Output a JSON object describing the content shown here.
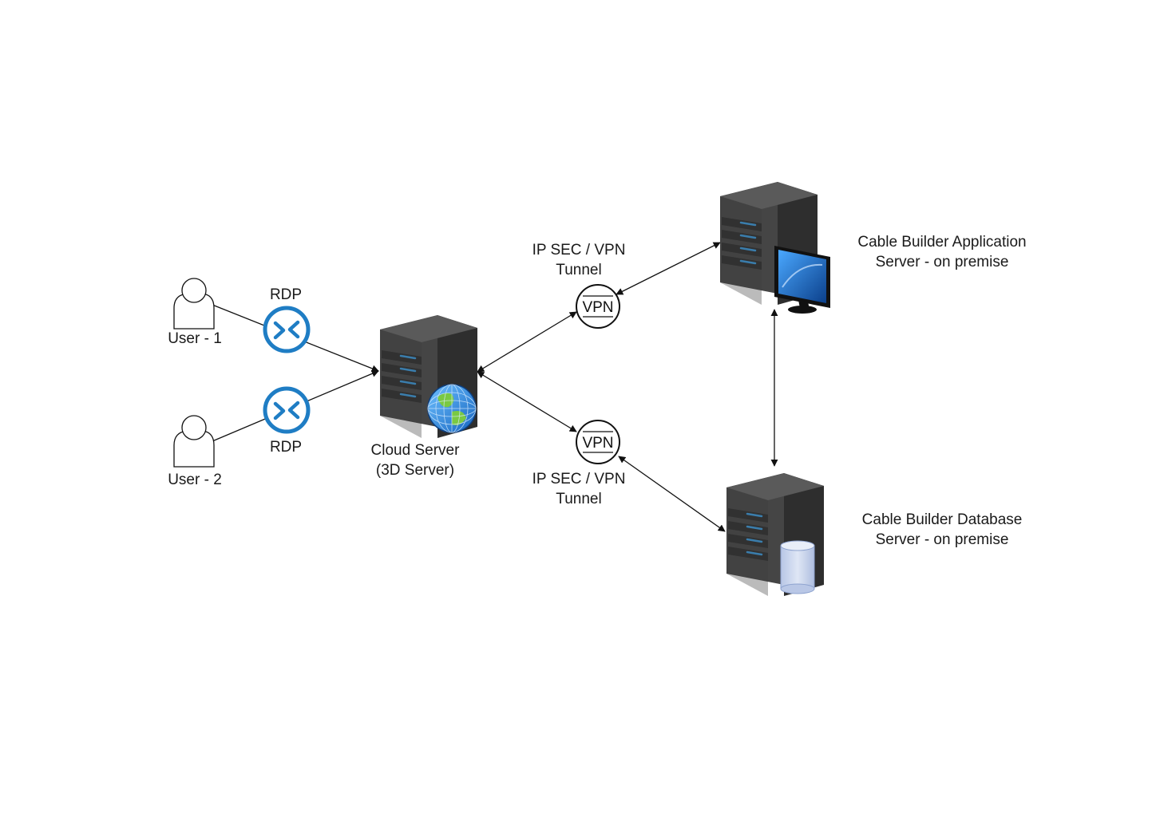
{
  "nodes": {
    "user1": {
      "label": "User - 1",
      "icon": "user-icon"
    },
    "user2": {
      "label": "User - 2",
      "icon": "user-icon"
    },
    "rdp1": {
      "label": "RDP",
      "icon": "remote-desktop-icon"
    },
    "rdp2": {
      "label": "RDP",
      "icon": "remote-desktop-icon"
    },
    "cloud_server": {
      "line1": "Cloud Server",
      "line2": "(3D Server)",
      "icon": "server-globe-icon"
    },
    "vpn_top": {
      "glyph": "VPN",
      "line1": "IP SEC / VPN",
      "line2": "Tunnel",
      "icon": "vpn-icon"
    },
    "vpn_bottom": {
      "glyph": "VPN",
      "line1": "IP SEC / VPN",
      "line2": "Tunnel",
      "icon": "vpn-icon"
    },
    "app_server": {
      "line1": "Cable Builder Application",
      "line2": "Server - on premise",
      "icon": "server-monitor-icon"
    },
    "db_server": {
      "line1": "Cable Builder Database",
      "line2": "Server - on premise",
      "icon": "server-database-icon"
    }
  },
  "colors": {
    "rdp_blue": "#1f7dc4",
    "server_dark": "#3a3a3a",
    "server_light": "#4a4a4a",
    "server_led": "#3aa0e8",
    "line": "#111111"
  }
}
